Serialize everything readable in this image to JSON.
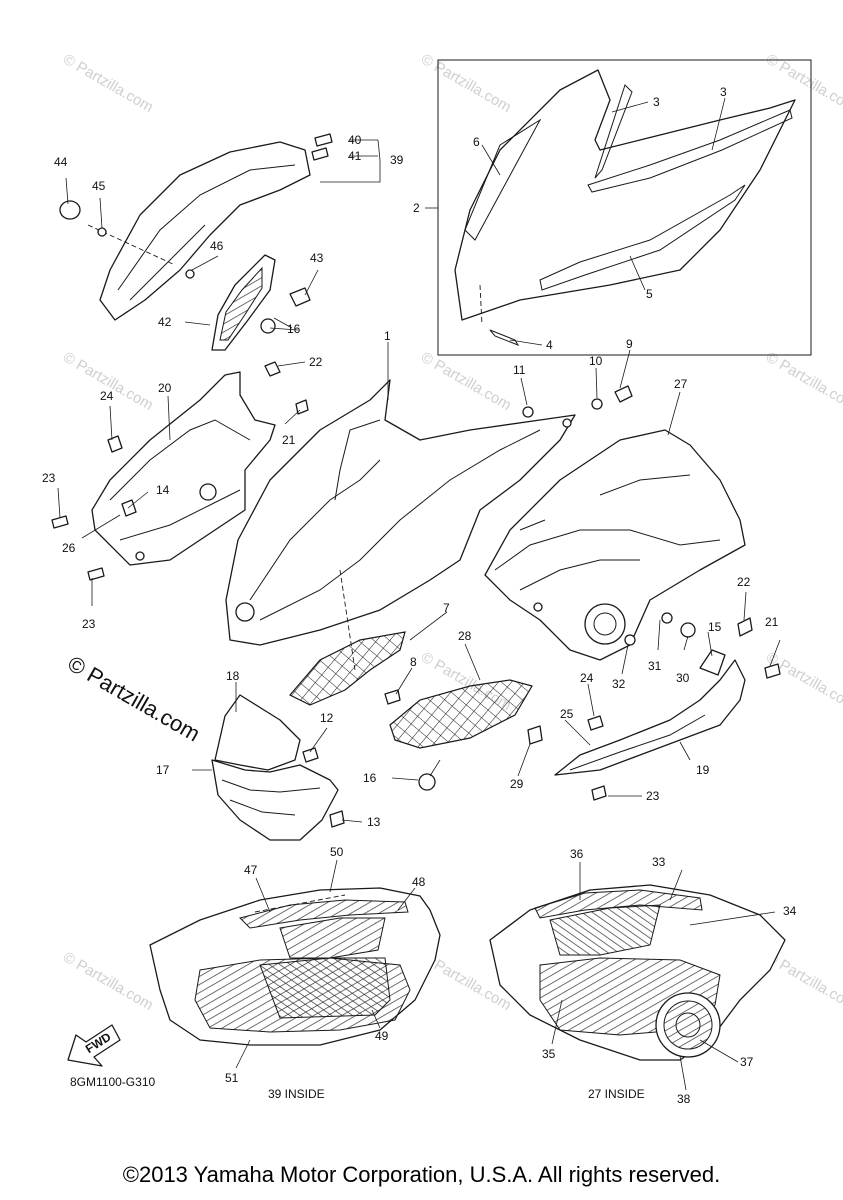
{
  "diagram": {
    "code": "8GM1100-G310",
    "fwd_label": "FWD",
    "inside_labels": {
      "left": "39 INSIDE",
      "right": "27 INSIDE"
    }
  },
  "watermark": {
    "text": "© Partzilla.com"
  },
  "footer": {
    "copyright": "©2013 Yamaha Motor Corporation, U.S.A. All rights reserved."
  },
  "callouts": {
    "p1": "1",
    "p2": "2",
    "p3a": "3",
    "p3b": "3",
    "p4": "4",
    "p5": "5",
    "p6": "6",
    "p7": "7",
    "p8": "8",
    "p9": "9",
    "p10": "10",
    "p11": "11",
    "p12": "12",
    "p13": "13",
    "p14": "14",
    "p15": "15",
    "p16a": "16",
    "p16b": "16",
    "p17": "17",
    "p18": "18",
    "p19": "19",
    "p20": "20",
    "p21a": "21",
    "p21b": "21",
    "p22a": "22",
    "p22b": "22",
    "p23a": "23",
    "p23b": "23",
    "p23c": "23",
    "p24a": "24",
    "p24b": "24",
    "p25": "25",
    "p26": "26",
    "p27": "27",
    "p28": "28",
    "p29": "29",
    "p30": "30",
    "p31": "31",
    "p32": "32",
    "p33": "33",
    "p34": "34",
    "p35": "35",
    "p36": "36",
    "p37": "37",
    "p38": "38",
    "p39": "39",
    "p40": "40",
    "p41": "41",
    "p42": "42",
    "p43": "43",
    "p44": "44",
    "p45": "45",
    "p46": "46",
    "p47": "47",
    "p48": "48",
    "p49": "49",
    "p50": "50",
    "p51": "51"
  }
}
